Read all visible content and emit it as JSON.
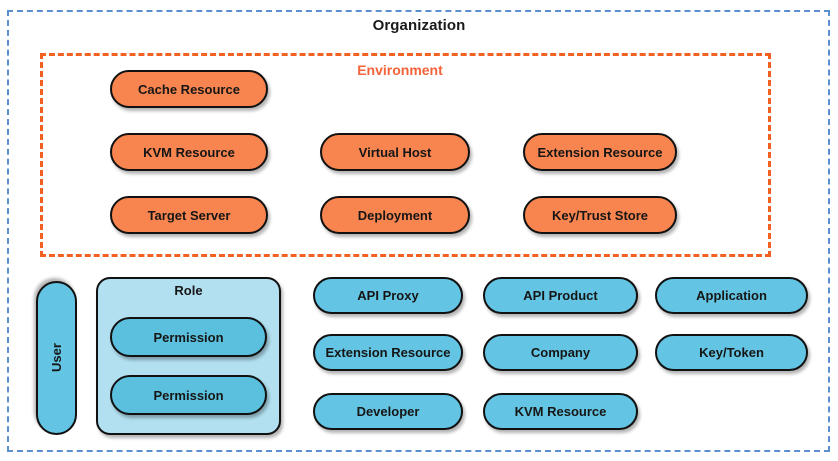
{
  "diagram": {
    "title": "Organization",
    "environment_label": "Environment",
    "colors": {
      "org_border": "#5b8fd0",
      "env_border": "#f26122",
      "env_label": "#f4643a",
      "orange_pill": "#f8854f",
      "blue_pill": "#63c5e3",
      "role_container": "#b2e0f0",
      "permission_pill": "#5bc0dd",
      "pill_border": "#111111",
      "text": "#161616"
    }
  },
  "environment_entities": [
    {
      "label": "Cache Resource",
      "col": 0,
      "row": 0
    },
    {
      "label": "KVM Resource",
      "col": 0,
      "row": 1
    },
    {
      "label": "Virtual Host",
      "col": 1,
      "row": 1
    },
    {
      "label": "Extension Resource",
      "col": 2,
      "row": 1
    },
    {
      "label": "Target Server",
      "col": 0,
      "row": 2
    },
    {
      "label": "Deployment",
      "col": 1,
      "row": 2
    },
    {
      "label": "Key/Trust Store",
      "col": 2,
      "row": 2
    }
  ],
  "user_section": {
    "user_label": "User",
    "role_label": "Role",
    "permissions": [
      {
        "label": "Permission"
      },
      {
        "label": "Permission"
      }
    ]
  },
  "org_entities": [
    {
      "label": "API Proxy",
      "col": 0,
      "row": 0
    },
    {
      "label": "API Product",
      "col": 1,
      "row": 0
    },
    {
      "label": "Application",
      "col": 2,
      "row": 0
    },
    {
      "label": "Extension Resource",
      "col": 0,
      "row": 1
    },
    {
      "label": "Company",
      "col": 1,
      "row": 1
    },
    {
      "label": "Key/Token",
      "col": 2,
      "row": 1
    },
    {
      "label": "Developer",
      "col": 0,
      "row": 2
    },
    {
      "label": "KVM Resource",
      "col": 1,
      "row": 2
    }
  ]
}
